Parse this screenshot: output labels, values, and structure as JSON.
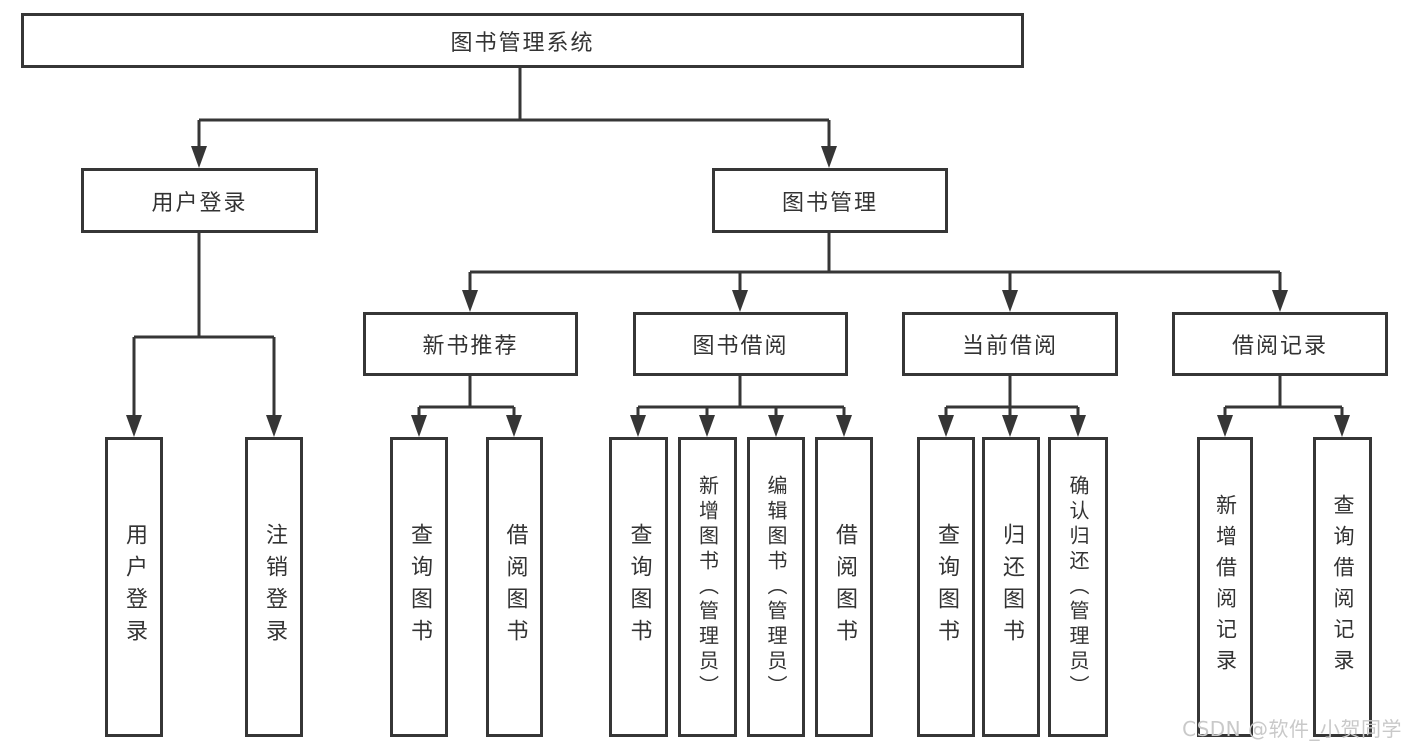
{
  "diagram": {
    "type": "tree",
    "root": "图书管理系统",
    "level2": {
      "user_login": "用户登录",
      "book_management": "图书管理"
    },
    "level3": {
      "new_book_recommend": "新书推荐",
      "book_borrowing": "图书借阅",
      "current_borrowing": "当前借阅",
      "borrowing_records": "借阅记录"
    },
    "leaves": {
      "user_login": "用户登录",
      "logout": "注销登录",
      "query_books_recommend": "查询图书",
      "borrow_books_recommend": "借阅图书",
      "query_books_borrowing": "查询图书",
      "add_books_admin": "新增图书（管理员）",
      "edit_books_admin": "编辑图书（管理员）",
      "borrow_books_borrowing": "借阅图书",
      "query_books_current": "查询图书",
      "return_books": "归还图书",
      "confirm_return_admin": "确认归还（管理员）",
      "add_borrow_record": "新增借阅记录",
      "query_borrow_record": "查询借阅记录"
    },
    "edges": [
      {
        "parent": "图书管理系统",
        "children": [
          "用户登录",
          "图书管理"
        ]
      },
      {
        "parent": "用户登录",
        "children": [
          "用户登录",
          "注销登录"
        ]
      },
      {
        "parent": "图书管理",
        "children": [
          "新书推荐",
          "图书借阅",
          "当前借阅",
          "借阅记录"
        ]
      },
      {
        "parent": "新书推荐",
        "children": [
          "查询图书",
          "借阅图书"
        ]
      },
      {
        "parent": "图书借阅",
        "children": [
          "查询图书",
          "新增图书（管理员）",
          "编辑图书（管理员）",
          "借阅图书"
        ]
      },
      {
        "parent": "当前借阅",
        "children": [
          "查询图书",
          "归还图书",
          "确认归还（管理员）"
        ]
      },
      {
        "parent": "借阅记录",
        "children": [
          "新增借阅记录",
          "查询借阅记录"
        ]
      }
    ]
  },
  "watermark": {
    "text": "CSDN @软件_小贺同学"
  },
  "colors": {
    "line": "#363636",
    "text": "#333333",
    "watermark": "#c9c9c9",
    "background": "#ffffff"
  }
}
